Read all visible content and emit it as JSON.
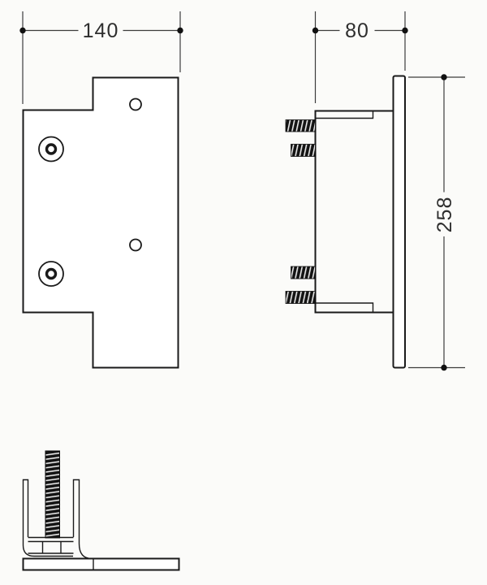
{
  "drawing": {
    "dimension_labels": {
      "front_width": "140",
      "side_depth": "80",
      "side_height": "258"
    },
    "colors": {
      "background": "#fbfbf9",
      "object_line": "#1a1a1a",
      "dimension_line": "#3c3c3c",
      "label_text": "#2e2e2e",
      "stud_fill": "#141414"
    }
  }
}
